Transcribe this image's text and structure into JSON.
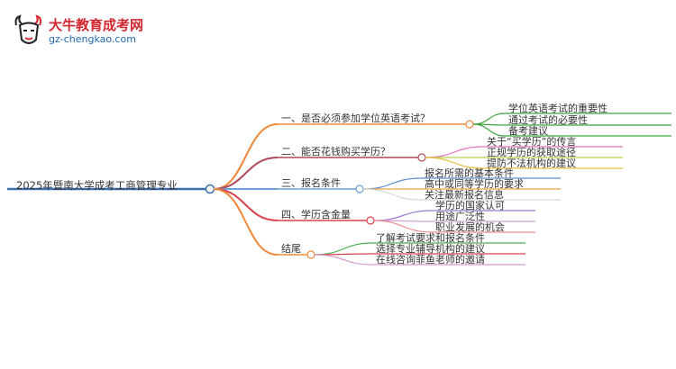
{
  "logo": {
    "title": "大牛教育成考网",
    "url": "gz-chengkao.com"
  },
  "root": {
    "label": "2025年暨南大学成考工商管理专业"
  },
  "branches": [
    {
      "label": "一、是否必须参加学位英语考试？",
      "color": "#f0883a",
      "children": [
        "学位英语考试的重要性",
        "通过考试的必要性",
        "备考建议"
      ],
      "child_colors": [
        "#3fa33f",
        "#3fa33f",
        "#3fa33f"
      ]
    },
    {
      "label": "二、能否花钱购买学历？",
      "color": "#b04a5a",
      "children": [
        "关于“买学历”的传言",
        "正规学历的获取途径",
        "提防不法机构的建议"
      ],
      "child_colors": [
        "#e070c0",
        "#b7d34a",
        "#e8c040"
      ]
    },
    {
      "label": "三、报名条件",
      "color": "#6aa0d8",
      "children": [
        "报名所需的基本条件",
        "高中或同等学历的要求",
        "关注最新报名信息"
      ],
      "child_colors": [
        "#5b8fd0",
        "#f0a040",
        "#d8d8d8"
      ]
    },
    {
      "label": "四、学历含金量",
      "color": "#d9414f",
      "children": [
        "学历的国家认可",
        "用途广泛性",
        "职业发展的机会"
      ],
      "child_colors": [
        "#9a7ad0",
        "#d0a0d8",
        "#f08a8a"
      ]
    },
    {
      "label": "结尾",
      "color": "#f0883a",
      "children": [
        "了解考试要求和报名条件",
        "选择专业辅导机构的建议",
        "在线咨询菲鱼老师的邀请"
      ],
      "child_colors": [
        "#4caf50",
        "#d9414f",
        "#d59ac8"
      ]
    }
  ]
}
